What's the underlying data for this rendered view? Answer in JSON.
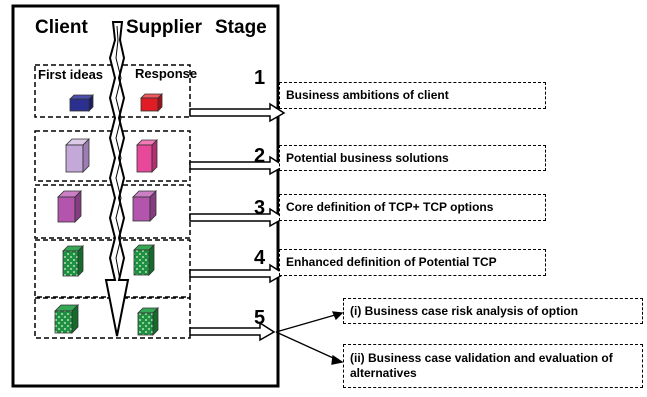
{
  "headers": {
    "client": "Client",
    "supplier": "Supplier",
    "stage": "Stage"
  },
  "subheaders": {
    "client": "First ideas",
    "supplier": "Response"
  },
  "stages": [
    {
      "number": "1",
      "labels": [
        "Business ambitions of client"
      ]
    },
    {
      "number": "2",
      "labels": [
        "Potential business solutions"
      ]
    },
    {
      "number": "3",
      "labels": [
        "Core definition of TCP+ TCP options"
      ]
    },
    {
      "number": "4",
      "labels": [
        "Enhanced definition of Potential TCP"
      ]
    },
    {
      "number": "5",
      "labels": [
        "(i) Business case risk analysis of option",
        "(ii) Business case validation and evaluation of alternatives"
      ]
    }
  ],
  "colors": {
    "stage1_client": "#2b2f8f",
    "stage1_supplier": "#e01c24",
    "stage2_client": "#c4a8d8",
    "stage2_supplier": "#e8489a",
    "stage3": "#b455ad",
    "stage4_5": "#1e9140"
  }
}
